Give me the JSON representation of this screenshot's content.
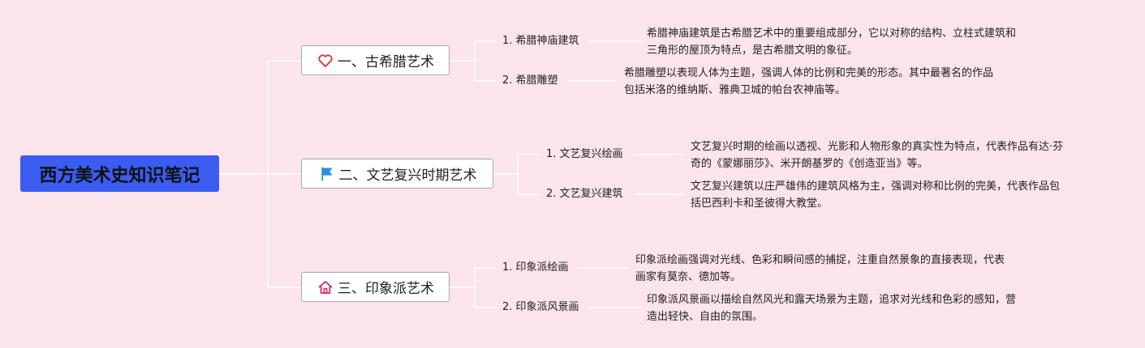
{
  "root": {
    "title": "西方美术史知识笔记"
  },
  "colors": {
    "background": "#fbe4ec",
    "root": "#3a5cf0",
    "line": "#ffffff",
    "heart": "#e2303a",
    "flag": "#2b8fe0",
    "house": "#d7336a"
  },
  "branches": [
    {
      "label": "一、古希腊艺术",
      "icon": "heart-icon",
      "leaves": [
        {
          "label": "1. 希腊神庙建筑",
          "desc": [
            "希腊神庙建筑是古希腊艺术中的重要组成部分，它以对称的结构、立柱式建筑和",
            "三角形的屋顶为特点，是古希腊文明的象征。"
          ]
        },
        {
          "label": "2. 希腊雕塑",
          "desc": [
            "希腊雕塑以表现人体为主题，强调人体的比例和完美的形态。其中最著名的作品",
            "包括米洛的维纳斯、雅典卫城的帕台农神庙等。"
          ]
        }
      ]
    },
    {
      "label": "二、文艺复兴时期艺术",
      "icon": "flag-icon",
      "leaves": [
        {
          "label": "1. 文艺复兴绘画",
          "desc": [
            "文艺复兴时期的绘画以透视、光影和人物形象的真实性为特点，代表作品有达·芬",
            "奇的《蒙娜丽莎》、米开朗基罗的《创造亚当》等。"
          ]
        },
        {
          "label": "2. 文艺复兴建筑",
          "desc": [
            "文艺复兴建筑以庄严雄伟的建筑风格为主，强调对称和比例的完美，代表作品包",
            "括巴西利卡和圣彼得大教堂。"
          ]
        }
      ]
    },
    {
      "label": "三、印象派艺术",
      "icon": "house-icon",
      "leaves": [
        {
          "label": "1. 印象派绘画",
          "desc": [
            "印象派绘画强调对光线、色彩和瞬间感的捕捉，注重自然景象的直接表现，代表",
            "画家有莫奈、德加等。"
          ]
        },
        {
          "label": "2. 印象派风景画",
          "desc": [
            "印象派风景画以描绘自然风光和露天场景为主题，追求对光线和色彩的感知，营",
            "造出轻快、自由的氛围。"
          ]
        }
      ]
    }
  ]
}
